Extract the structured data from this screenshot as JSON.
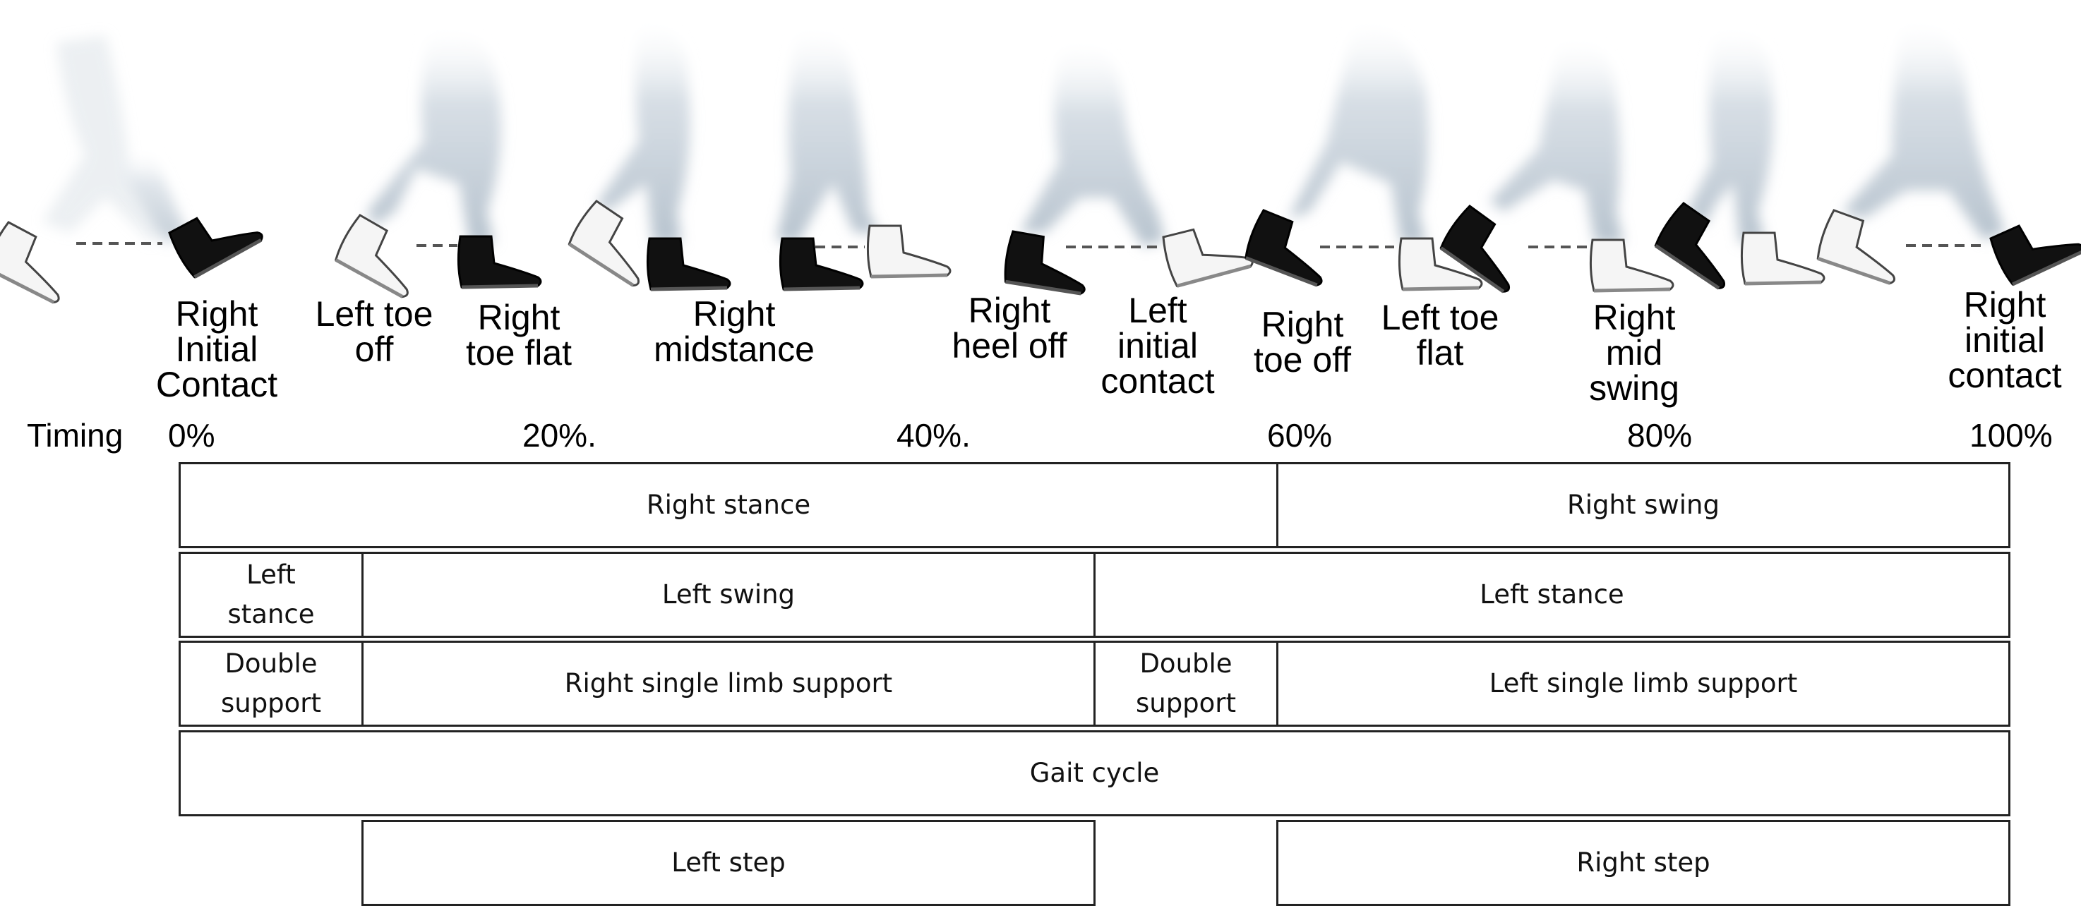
{
  "events": [
    {
      "id": "right-initial-contact-start",
      "label": "Right\nInitial\nContact"
    },
    {
      "id": "left-toe-off",
      "label": "Left toe\noff"
    },
    {
      "id": "right-toe-flat",
      "label": "Right\ntoe flat"
    },
    {
      "id": "right-midstance",
      "label": "Right\nmidstance"
    },
    {
      "id": "right-heel-off",
      "label": "Right\nheel off"
    },
    {
      "id": "left-initial-contact",
      "label": "Left\ninitial\ncontact"
    },
    {
      "id": "right-toe-off",
      "label": "Right\ntoe off"
    },
    {
      "id": "left-toe-flat",
      "label": "Left toe\nflat"
    },
    {
      "id": "right-mid-swing",
      "label": "Right\nmid\nswing"
    },
    {
      "id": "right-initial-contact-end",
      "label": "Right\ninitial\ncontact"
    }
  ],
  "timing": {
    "label": "Timing",
    "ticks": [
      "0%",
      "20%.",
      "40%.",
      "60%",
      "80%",
      "100%"
    ]
  },
  "phases": [
    {
      "row": 1,
      "start": 0,
      "end": 60,
      "label": "Right stance"
    },
    {
      "row": 1,
      "start": 60,
      "end": 100,
      "label": "Right swing"
    },
    {
      "row": 2,
      "start": 0,
      "end": 10,
      "label": "Left\nstance"
    },
    {
      "row": 2,
      "start": 10,
      "end": 50,
      "label": "Left swing"
    },
    {
      "row": 2,
      "start": 50,
      "end": 100,
      "label": "Left stance"
    },
    {
      "row": 3,
      "start": 0,
      "end": 10,
      "label": "Double\nsupport"
    },
    {
      "row": 3,
      "start": 10,
      "end": 50,
      "label": "Right single limb support"
    },
    {
      "row": 3,
      "start": 50,
      "end": 60,
      "label": "Double\nsupport"
    },
    {
      "row": 3,
      "start": 60,
      "end": 100,
      "label": "Left single limb support"
    },
    {
      "row": 4,
      "start": 0,
      "end": 100,
      "label": "Gait cycle"
    },
    {
      "row": 5,
      "start": 10,
      "end": 50,
      "label": "Left step"
    },
    {
      "row": 5,
      "start": 60,
      "end": 100,
      "label": "Right step"
    }
  ],
  "colors": {
    "leg": "#c9d2da",
    "dark_boot": "#111111",
    "light_boot": "#f4f4f4",
    "border": "#222222"
  }
}
